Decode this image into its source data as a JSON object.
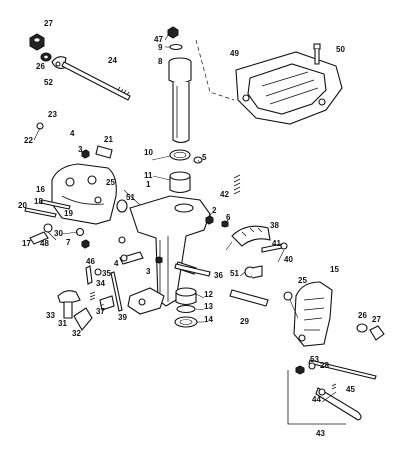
{
  "diagram": {
    "callouts": {
      "c1": "1",
      "c2": "2",
      "c3": "3",
      "c3b": "3",
      "c4": "4",
      "c4b": "4",
      "c5": "5",
      "c6": "6",
      "c7": "7",
      "c8": "8",
      "c9": "9",
      "c10": "10",
      "c11": "11",
      "c12": "12",
      "c13": "13",
      "c14": "14",
      "c15": "15",
      "c16": "16",
      "c17": "17",
      "c18": "18",
      "c19": "19",
      "c20": "20",
      "c21": "21",
      "c22": "22",
      "c23": "23",
      "c24": "24",
      "c25": "25",
      "c25b": "25",
      "c26": "26",
      "c26b": "26",
      "c27": "27",
      "c27b": "27",
      "c28": "28",
      "c29": "29",
      "c30": "30",
      "c31": "31",
      "c32": "32",
      "c33": "33",
      "c34": "34",
      "c35": "35",
      "c36": "36",
      "c37": "37",
      "c38": "38",
      "c39": "39",
      "c40": "40",
      "c41": "41",
      "c42": "42",
      "c43": "43",
      "c44": "44",
      "c45": "45",
      "c46": "46",
      "c47": "47",
      "c48": "48",
      "c49": "49",
      "c50": "50",
      "c51": "51",
      "c51b": "51",
      "c52": "52",
      "c53": "53"
    }
  }
}
